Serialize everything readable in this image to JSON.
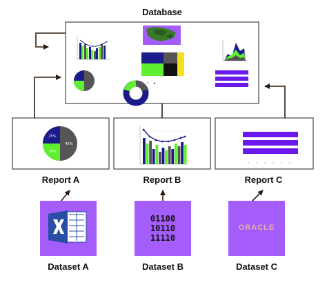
{
  "database": {
    "title": "Database"
  },
  "reports": [
    {
      "title": "Report A",
      "pie_labels": [
        "25%",
        "45%",
        "30%"
      ]
    },
    {
      "title": "Report B"
    },
    {
      "title": "Report C"
    }
  ],
  "datasets": [
    {
      "title": "Dataset A",
      "icon": "excel-icon"
    },
    {
      "title": "Dataset B",
      "icon": "binary-data-icon",
      "lines": [
        "01100",
        "10110",
        "11110"
      ]
    },
    {
      "title": "Dataset C",
      "icon": "oracle-logo",
      "logo_text": "ORACLE"
    }
  ],
  "colors": {
    "purple": "#a45dfb",
    "navy": "#1c1b8a",
    "green": "#5ef02e",
    "gray": "#555555",
    "violet": "#6a18ee",
    "yellow": "#f4e01b"
  }
}
